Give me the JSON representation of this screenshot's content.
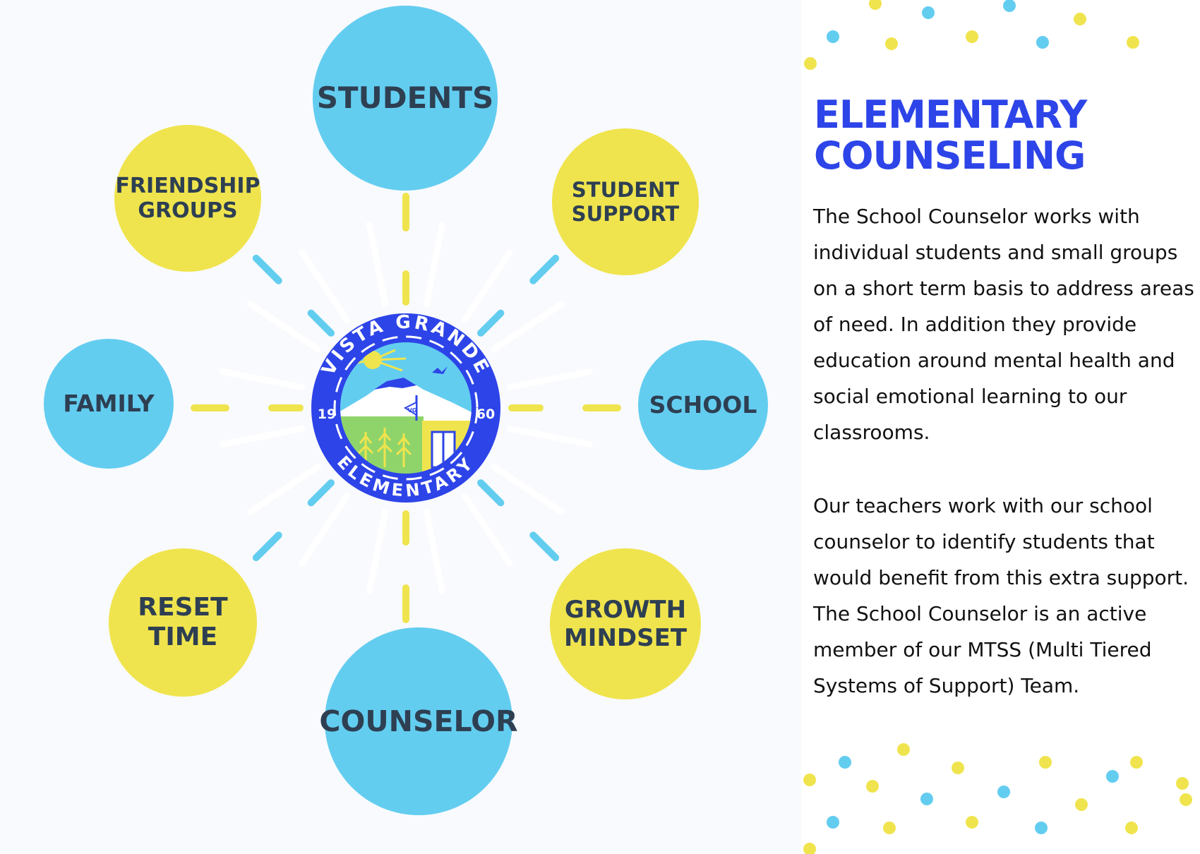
{
  "colors": {
    "blue_node": "#63cdf0",
    "yellow_node": "#f0e44e",
    "node_text": "#2e3f52",
    "title": "#2d44e8",
    "seal_ring": "#2d44e8",
    "seal_sky": "#63cdf0",
    "seal_grass": "#8fd46a",
    "seal_sun": "#f0e44e"
  },
  "diagram": {
    "nodes": [
      {
        "id": "students",
        "label": "STUDENTS",
        "color": "blue"
      },
      {
        "id": "student-support",
        "label": "STUDENT\nSUPPORT",
        "color": "yellow"
      },
      {
        "id": "school",
        "label": "SCHOOL",
        "color": "blue"
      },
      {
        "id": "growth-mindset",
        "label": "GROWTH\nMINDSET",
        "color": "yellow"
      },
      {
        "id": "counselor",
        "label": "COUNSELOR",
        "color": "blue"
      },
      {
        "id": "reset-time",
        "label": "RESET\nTIME",
        "color": "yellow"
      },
      {
        "id": "family",
        "label": "FAMILY",
        "color": "blue"
      },
      {
        "id": "friendship-groups",
        "label": "FRIENDSHIP\nGROUPS",
        "color": "yellow"
      }
    ],
    "logo": {
      "top_text": "VISTA GRANDE",
      "bottom_text": "ELEMENTARY",
      "year_left": "19",
      "year_right": "60",
      "flag_text": "VG"
    }
  },
  "panel": {
    "title_line1": "ELEMENTARY",
    "title_line2": "COUNSELING",
    "paragraph1": "The School Counselor works with individual students and small groups on a short term basis to address areas of need. In addition they provide education around mental health and social emotional learning to our classrooms.",
    "paragraph2": "Our teachers work with our school counselor to identify students that would benefit from this extra support. The School Counselor is an active member of our MTSS (Multi Tiered Systems of Support) Team."
  }
}
